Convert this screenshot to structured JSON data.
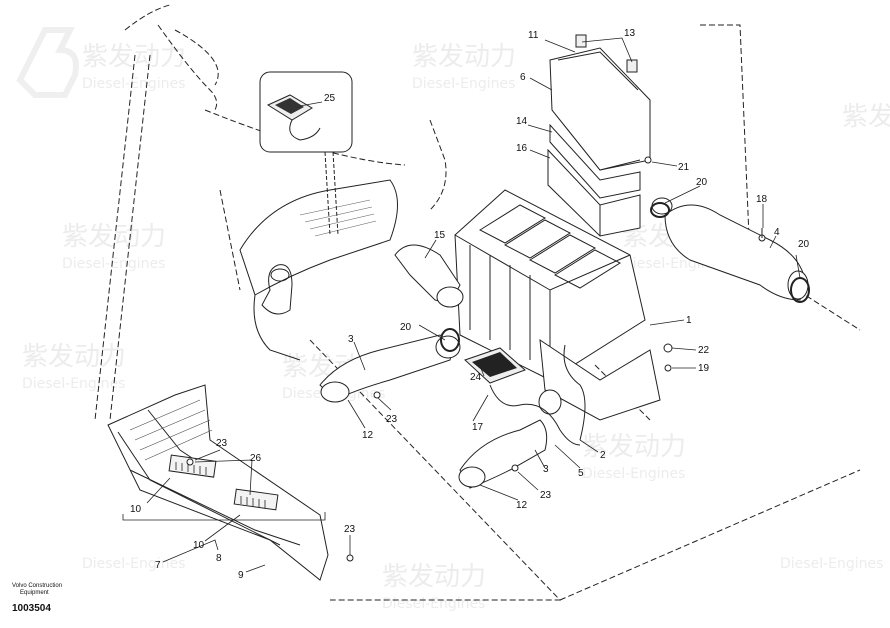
{
  "callouts": [
    "11",
    "13",
    "6",
    "14",
    "16",
    "21",
    "20",
    "18",
    "4",
    "20",
    "25",
    "15",
    "20",
    "1",
    "22",
    "24",
    "19",
    "3",
    "23",
    "12",
    "17",
    "2",
    "5",
    "3",
    "23",
    "12",
    "23",
    "26",
    "10",
    "10",
    "7",
    "8",
    "9",
    "23"
  ],
  "caption": {
    "line1": "Volvo Construction",
    "line2": "Equipment",
    "number": "1003504"
  },
  "watermark": {
    "brand": "紫发动力",
    "sub": "Diesel-Engines"
  }
}
